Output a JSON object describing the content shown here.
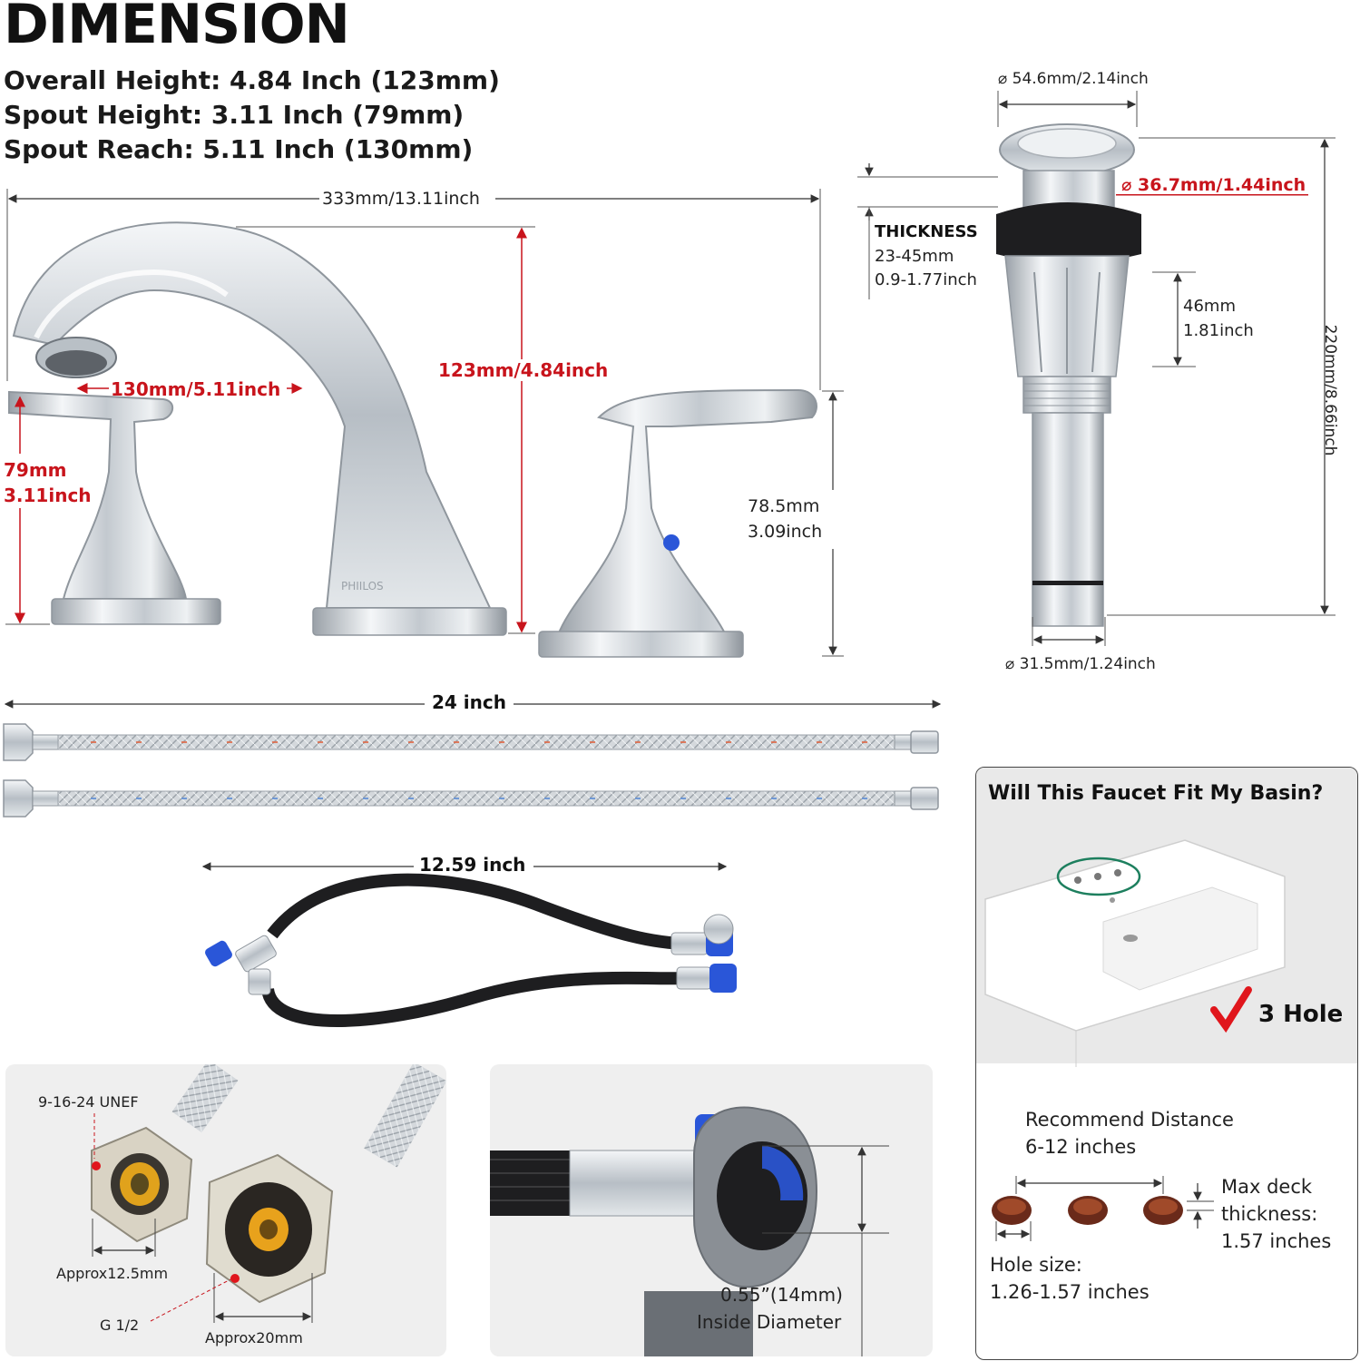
{
  "title": "DIMENSION",
  "specs": [
    "Overall Height: 4.84 Inch (123mm)",
    "Spout Height: 3.11 Inch (79mm)",
    "Spout Reach: 5.11 Inch (130mm)"
  ],
  "faucet": {
    "width": "333mm/13.11inch",
    "overall_height": "123mm/4.84inch",
    "reach": "130mm/5.11inch",
    "handle_height_mm": "79mm",
    "handle_height_in": "3.11inch",
    "right_height_mm": "78.5mm",
    "right_height_in": "3.09inch",
    "brand": "PHIILOS"
  },
  "drain": {
    "top_diameter": "⌀ 54.6mm/2.14inch",
    "inner_diameter": "⌀ 36.7mm/1.44inch",
    "thickness_title": "THICKNESS",
    "thickness_mm": "23-45mm",
    "thickness_in": "0.9-1.77inch",
    "thread_mm": "46mm",
    "thread_in": "1.81inch",
    "total_height": "220mm/8.66inch",
    "bottom_diameter": "⌀ 31.5mm/1.24inch"
  },
  "hoses": {
    "supply_length": "24 inch",
    "connector_length": "12.59 inch"
  },
  "detail_left": {
    "thread_spec": "9-16-24 UNEF",
    "size_small": "Approx12.5mm",
    "pipe_spec": "G 1/2",
    "size_large": "Approx20mm"
  },
  "detail_middle": {
    "diameter": "0.55”(14mm)",
    "caption": "Inside Diameter"
  },
  "basin_card": {
    "question": "Will This Faucet Fit My Basin?",
    "hole_count": "3 Hole",
    "recommend_title": "Recommend Distance",
    "recommend_value": "6-12 inches",
    "deck_title": "Max deck",
    "deck_title2": "thickness:",
    "deck_value": "1.57 inches",
    "hole_title": "Hole size:",
    "hole_value": "1.26-1.57 inches"
  },
  "colors": {
    "accent_red": "#c8141c",
    "check_red": "#e0161c",
    "cold_blue": "#2a56d8",
    "chrome": "#c9ced4"
  }
}
